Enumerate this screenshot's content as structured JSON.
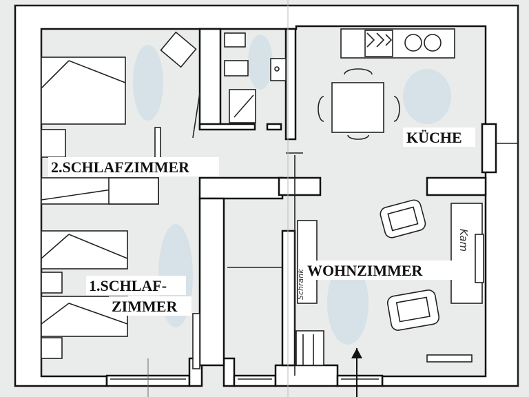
{
  "rooms": {
    "bedroom2": "2.SCHLAFZIMMER",
    "bedroom1_line1": "1.SCHLAF-",
    "bedroom1_line2": "ZIMMER",
    "kitchen": "KÜCHE",
    "living": "WOHNZIMMER"
  },
  "handwritten": {
    "fireplace": "Kam",
    "wardrobe": "Schrank"
  },
  "colors": {
    "paper": "#e9ecea",
    "wall": "#111111",
    "smudge": "#c9d9e6"
  }
}
